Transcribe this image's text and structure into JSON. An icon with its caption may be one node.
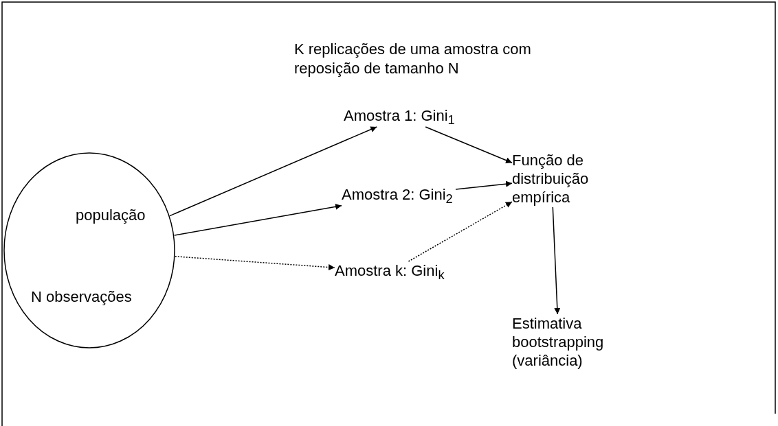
{
  "diagram": {
    "nodes": [
      {
        "text": [
          "população",
          "N observações"
        ]
      },
      {
        "text": [
          "Amostra 1: Gini$_{1}$"
        ]
      },
      {
        "text": [
          "Amostra 2: Gini$_{2}$"
        ]
      },
      {
        "text": [
          "Amostra k: Gini$_{k}$"
        ]
      },
      {
        "text": [
          "Função de distribuição empírica"
        ]
      },
      {
        "text": [
          "Estimativa bootstrapping (variância)"
        ]
      }
    ],
    "edges": [
      {
        "from": 0,
        "to": 1,
        "arrow": "to"
      },
      {
        "from": 0,
        "to": 2,
        "arrow": "to"
      },
      {
        "from": 0,
        "to": 3,
        "arrow": "to",
        "style": "dashed"
      },
      {
        "from": 1,
        "to": 4,
        "arrow": "to"
      },
      {
        "from": 2,
        "to": 4,
        "arrow": "to"
      },
      {
        "from": 3,
        "to": 4,
        "arrow": "to",
        "style": "dashed"
      },
      {
        "from": 4,
        "to": 5,
        "arrow": "to"
      }
    ],
    "labels": [
      "K replicações de uma amostra com reposição de tamanho N"
    ]
  }
}
